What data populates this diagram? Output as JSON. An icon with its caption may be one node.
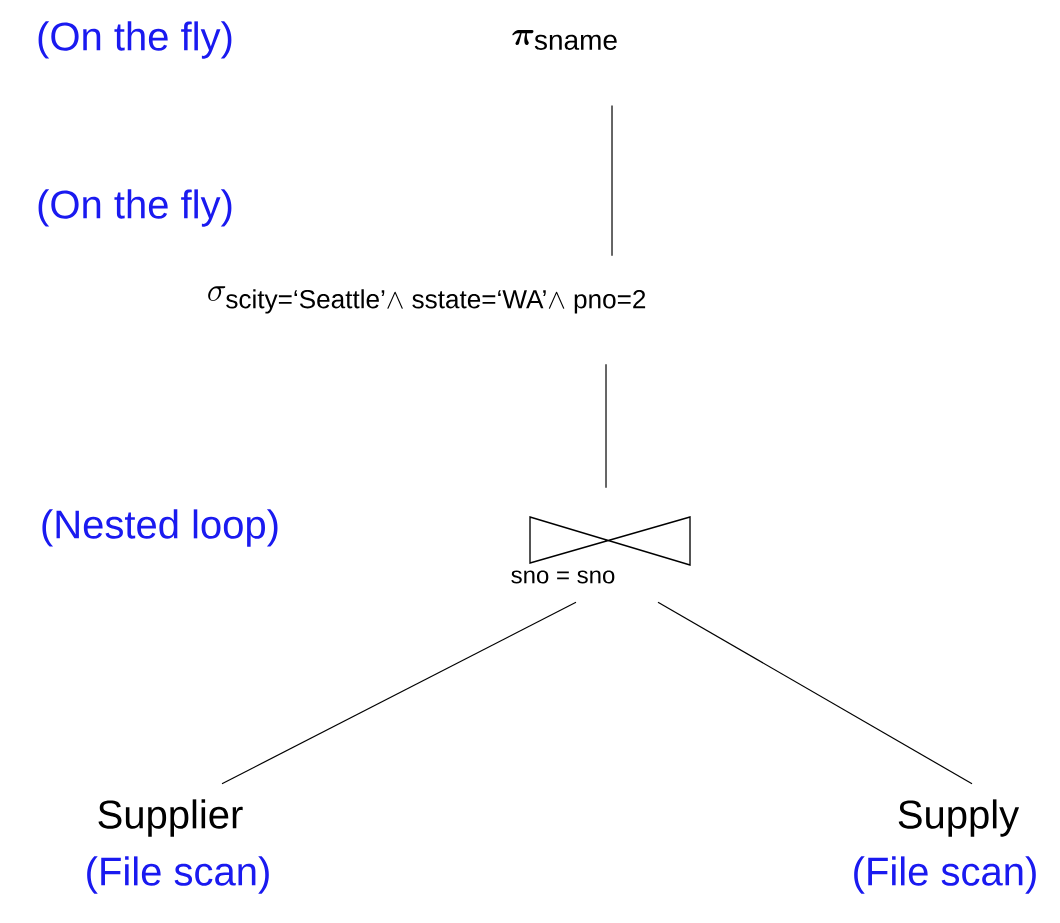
{
  "diagram": {
    "nodes": [
      {
        "text": [
          "\\boldsymbol{\\pi}_{\\text{sname}}"
        ]
      },
      {
        "text": [
          "\\sigma_{\\text{scity=‘Seattle’} \\wedge \\text{ sstate=‘WA’} \\wedge \\text{ pno=2}}"
        ]
      },
      {
        "text": [
          "sno = sno"
        ]
      },
      {
        "text": [
          "Supplier"
        ],
        "beside": [
          "(File scan)"
        ]
      },
      {
        "text": [
          "Supply"
        ],
        "beside": [
          "(File scan)"
        ]
      }
    ],
    "edges": [
      {
        "from": 0,
        "to": 1,
        "arrow": "none"
      },
      {
        "from": 1,
        "to": 2,
        "arrow": "none"
      },
      {
        "from": 2,
        "to": 3,
        "arrow": "none"
      },
      {
        "from": 2,
        "to": 4,
        "arrow": "none"
      }
    ],
    "labels": [
      "(On the fly)",
      "(On the fly)",
      "(Nested loop)"
    ]
  }
}
